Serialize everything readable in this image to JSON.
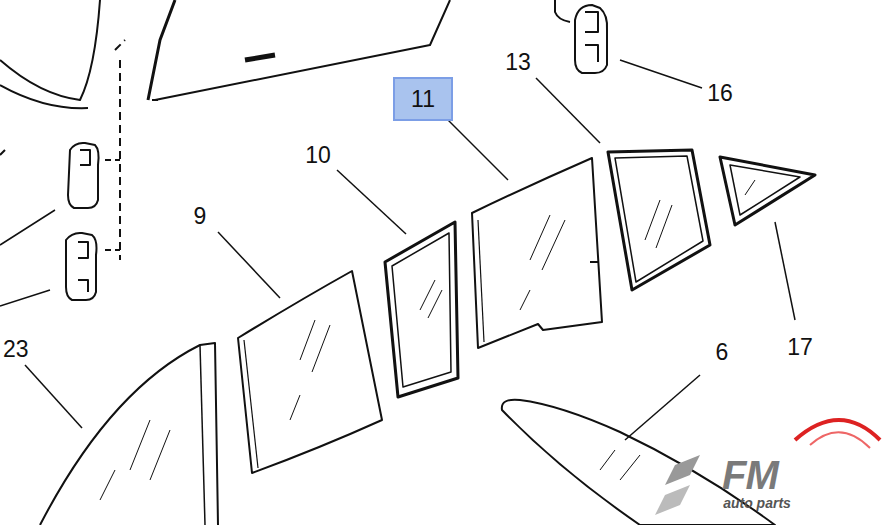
{
  "diagram": {
    "nodes": [
      {
        "text": [
          "11"
        ]
      }
    ],
    "labels": [
      "13",
      "16",
      "10",
      "9",
      "17",
      "6",
      "23",
      "FM",
      "auto parts"
    ]
  }
}
